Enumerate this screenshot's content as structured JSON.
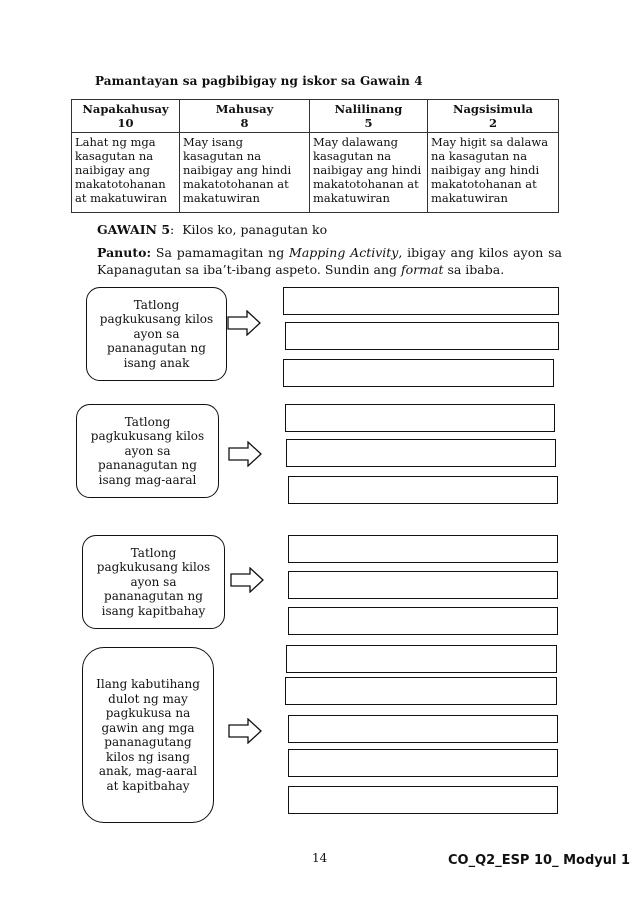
{
  "rubric": {
    "title": "Pamantayan sa pagbibigay ng iskor sa Gawain 4",
    "columns": [
      {
        "name": "Napakahusay",
        "score": "10",
        "desc": "Lahat ng mga kasagutan na naibigay ang makatotohanan at makatuwiran"
      },
      {
        "name": "Mahusay",
        "score": "8",
        "desc": "May isang kasagutan na naibigay ang hindi makatotohanan at makatuwiran"
      },
      {
        "name": "Nalilinang",
        "score": "5",
        "desc": "May dalawang kasagutan na naibigay ang hindi makatotohanan at makatuwiran"
      },
      {
        "name": "Nagsisimula",
        "score": "2",
        "desc": "May higit sa dalawa na kasagutan na naibigay ang hindi makatotohanan at makatuwiran"
      }
    ]
  },
  "gawain": {
    "label": "GAWAIN 5",
    "title": "Kilos ko, panagutan ko"
  },
  "panuto": {
    "label": "Panuto:",
    "text_1": "Sa pamamagitan ng",
    "italic_1": "Mapping Activity",
    "text_2": ", ibigay ang kilos ayon sa Kapanagutan sa iba’t-ibang aspeto. Sundin ang",
    "italic_2": "format",
    "text_3": "sa ibaba."
  },
  "mapping": {
    "categories": [
      "Tatlong pagkukusang kilos ayon sa pananagutan ng isang anak",
      "Tatlong pagkukusang kilos ayon sa pananagutan ng isang mag-aaral",
      "Tatlong pagkukusang kilos ayon sa pananagutan ng isang kapitbahay",
      "Ilang kabutihang dulot ng may pagkukusa na gawin ang mga pananagutang kilos ng isang anak, mag-aaral at kapitbahay"
    ]
  },
  "footer": {
    "page_number": "14",
    "module_code": "CO_Q2_ESP 10_ Modyul 1"
  }
}
